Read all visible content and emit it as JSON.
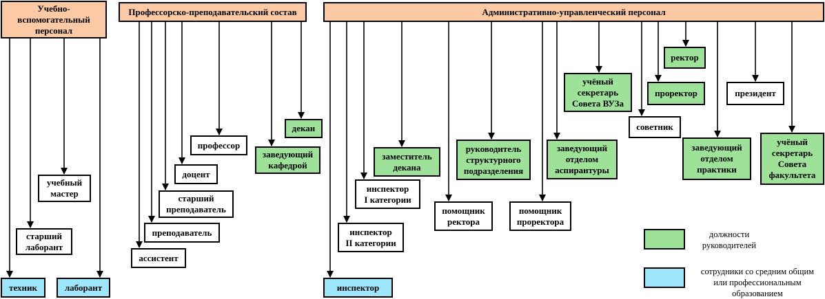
{
  "headers": {
    "support": "Учебно-\nвспомогательный\nперсонал",
    "teaching": "Профессорско-преподавательский состав",
    "admin": "Административно-управленческий персонал"
  },
  "support_staff": {
    "technician": "техник",
    "lab_assistant": "лаборант",
    "senior_lab_assistant": "старший\nлаборант",
    "training_master": "учебный\nмастер"
  },
  "teaching_staff": {
    "assistant": "ассистент",
    "lecturer": "преподаватель",
    "senior_lecturer": "старший\nпреподаватель",
    "associate_professor": "доцент",
    "professor": "профессор",
    "head_of_department": "заведующий\nкафедрой",
    "dean": "декан"
  },
  "admin_staff": {
    "inspector": "инспектор",
    "inspector_2": "инспектор\nII категории",
    "inspector_1": "инспектор\nI категории",
    "deputy_dean": "заместитель\nдекана",
    "rector_assistant": "помощник\nректора",
    "structural_head": "руководитель\nструктурного\nподразделения",
    "prorector_assistant": "помощник\nпроректора",
    "postgrad_head": "заведующий\nотделом\nаспирантуры",
    "university_council_secretary": "учёный\nсекретарь\nСовета ВУЗа",
    "advisor": "советник",
    "prorector": "проректор",
    "rector": "ректор",
    "practice_head": "заведующий\nотделом\nпрактики",
    "president": "президент",
    "faculty_council_secretary": "учёный\nсекретарь\nСовета\nфакультета"
  },
  "legend": {
    "managers": "должности\nруководителей",
    "secondary_education": "сотрудники со средним общим\nили  профессиональным\nобразованием"
  },
  "colors": {
    "header": "#fbc9a4",
    "manager": "#9ee29a",
    "secondary": "#9ee6fb"
  }
}
